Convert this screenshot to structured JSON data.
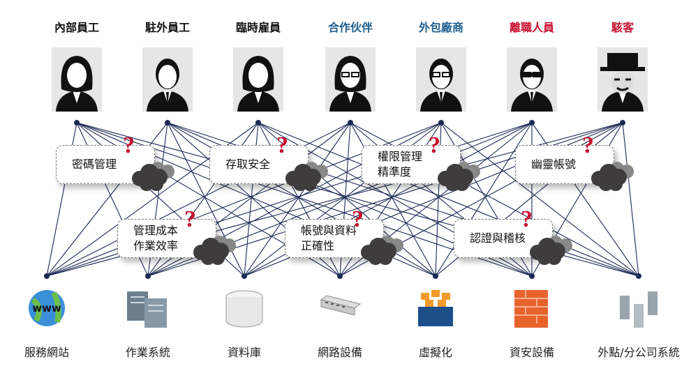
{
  "colors": {
    "line": "#1b2a55",
    "internal": "#111111",
    "partner": "#1f5f8f",
    "risk": "#c8102e"
  },
  "users": [
    {
      "label": "內部員工",
      "group": "internal",
      "icon": "woman-icon"
    },
    {
      "label": "駐外員工",
      "group": "internal",
      "icon": "man-icon"
    },
    {
      "label": "臨時雇員",
      "group": "internal",
      "icon": "woman-icon"
    },
    {
      "label": "合作伙伴",
      "group": "partner",
      "icon": "woman-glasses-icon"
    },
    {
      "label": "外包廠商",
      "group": "partner",
      "icon": "man-glasses-icon"
    },
    {
      "label": "離職人員",
      "group": "risk",
      "icon": "man-sunglasses-icon"
    },
    {
      "label": "駭客",
      "group": "risk",
      "icon": "hacker-icon"
    }
  ],
  "issues": [
    {
      "label": "密碼管理"
    },
    {
      "label": "存取安全"
    },
    {
      "label": "權限管理\n精準度"
    },
    {
      "label": "幽靈帳號"
    },
    {
      "label": "管理成本\n作業效率"
    },
    {
      "label": "帳號與資料\n正確性"
    },
    {
      "label": "認證與稽核"
    }
  ],
  "question_mark": "?",
  "resources": [
    {
      "label": "服務網站",
      "icon": "globe-www-icon",
      "text": "www"
    },
    {
      "label": "作業系統",
      "icon": "server-icon"
    },
    {
      "label": "資料庫",
      "icon": "database-icon"
    },
    {
      "label": "網路設備",
      "icon": "network-switch-icon"
    },
    {
      "label": "虛擬化",
      "icon": "virtualization-icon"
    },
    {
      "label": "資安設備",
      "icon": "firewall-icon"
    },
    {
      "label": "外點/分公司系統",
      "icon": "branch-servers-icon"
    }
  ]
}
